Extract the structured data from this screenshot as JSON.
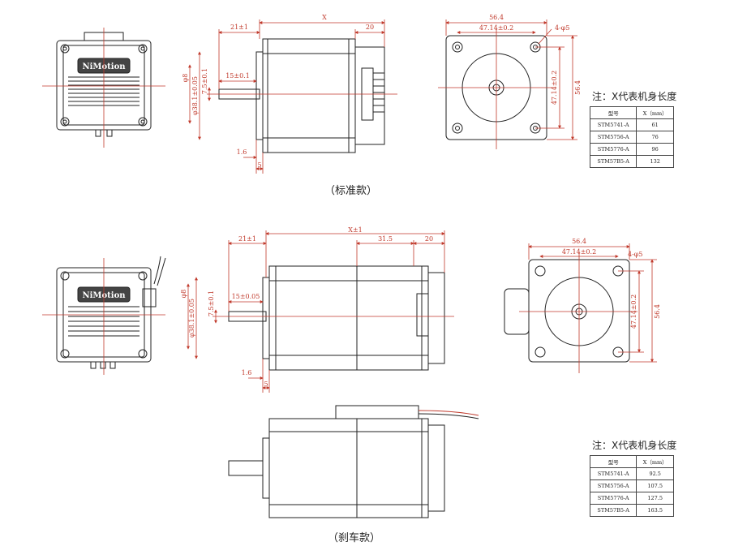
{
  "standard": {
    "caption": "（标准款）",
    "note": "注：X代表机身长度",
    "logo": "NiMotion",
    "table": {
      "headers": [
        "型号",
        "X（mm）"
      ],
      "rows": [
        [
          "STM5741-A",
          "61"
        ],
        [
          "STM5756-A",
          "76"
        ],
        [
          "STM5776-A",
          "96"
        ],
        [
          "STM57B5-A",
          "132"
        ]
      ]
    },
    "dims": {
      "x": "X",
      "d21": "21±1",
      "d20": "20",
      "d15": "15±0.1",
      "d16": "1.6",
      "d5": "5",
      "shaft": "φ8",
      "boss": "φ38.1±0.05",
      "flat": "7.5±0.1",
      "w564": "56.4",
      "pcd": "47.14±0.2",
      "hole": "4-φ5",
      "v564": "56.4",
      "vpcd": "47.14±0.2"
    }
  },
  "brake": {
    "caption": "（刹车款）",
    "note": "注：X代表机身长度",
    "logo": "NiMotion",
    "table": {
      "headers": [
        "型号",
        "X（mm）"
      ],
      "rows": [
        [
          "STM5741-A",
          "92.5"
        ],
        [
          "STM5756-A",
          "107.5"
        ],
        [
          "STM5776-A",
          "127.5"
        ],
        [
          "STM57B5-A",
          "163.5"
        ]
      ]
    },
    "dims": {
      "x": "X±1",
      "d21": "21±1",
      "d315": "31.5",
      "d20": "20",
      "d15": "15±0.05",
      "d16": "1.6",
      "d5": "5",
      "shaft": "φ8",
      "boss": "φ38.1±0.05",
      "flat": "7.5±0.1",
      "w564": "56.4",
      "pcd": "47.14±0.2",
      "hole": "4-φ5",
      "v564": "56.4",
      "vpcd": "47.14±0.2"
    }
  }
}
